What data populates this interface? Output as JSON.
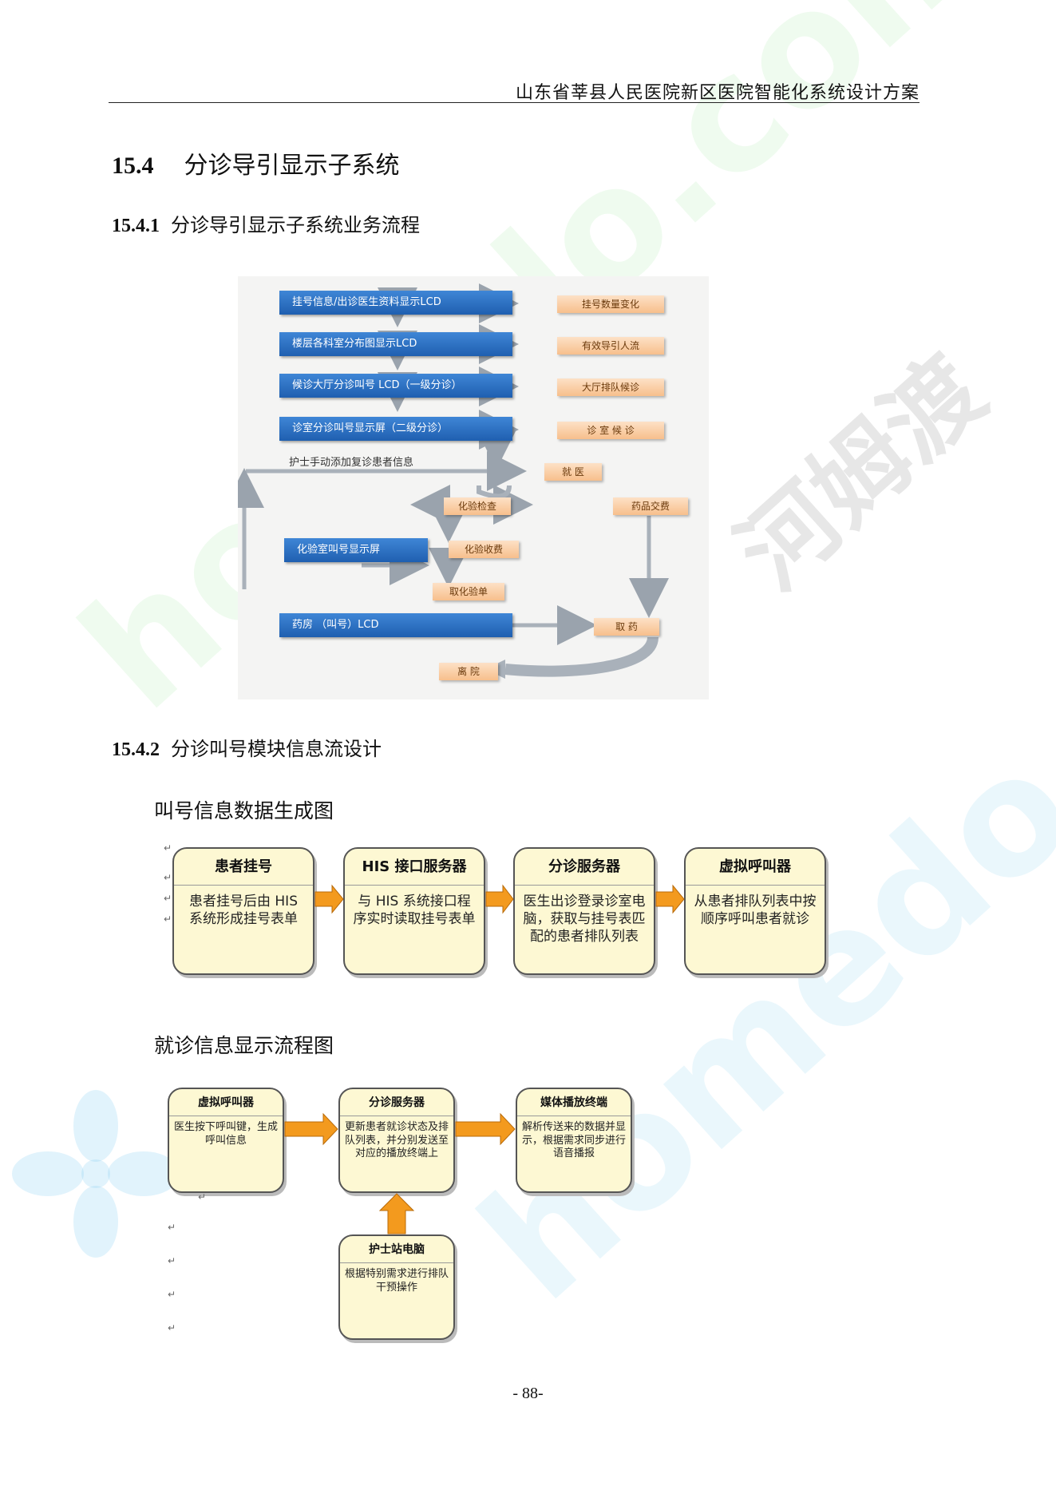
{
  "watermark": {
    "a": "homedo.com",
    "b": "homedo.com",
    "c": "河姆渡"
  },
  "header": {
    "title": "山东省莘县人民医院新区医院智能化系统设计方案"
  },
  "section": {
    "num": "15.4",
    "title": "分诊导引显示子系统"
  },
  "sub1": {
    "num": "15.4.1",
    "title": "分诊导引显示子系统业务流程"
  },
  "flow1": {
    "blue": [
      "挂号信息/出诊医生资料显示LCD",
      "楼层各科室分布图显示LCD",
      "候诊大厅分诊叫号 LCD（一级分诊）",
      "诊室分诊叫号显示屏（二级分诊）",
      "化验室叫号显示屏",
      "药房 （叫号）LCD"
    ],
    "orange": [
      "挂号数量变化",
      "有效导引人流",
      "大厅排队候诊",
      "诊 室 候 诊",
      "就 医",
      "化验检查",
      "药品交费",
      "化验收费",
      "取化验单",
      "取 药",
      "离 院"
    ],
    "nurse_note": "护士手动添加复诊患者信息"
  },
  "sub2": {
    "num": "15.4.2",
    "title": "分诊叫号模块信息流设计"
  },
  "caption1": "叫号信息数据生成图",
  "flow2": [
    {
      "title": "患者挂号",
      "body": "患者挂号后由 HIS 系统形成挂号表单"
    },
    {
      "title": "HIS 接口服务器",
      "body": "与 HIS 系统接口程序实时读取挂号表单"
    },
    {
      "title": "分诊服务器",
      "body": "医生出诊登录诊室电脑，获取与挂号表匹配的患者排队列表"
    },
    {
      "title": "虚拟呼叫器",
      "body": "从患者排队列表中按顺序呼叫患者就诊"
    }
  ],
  "caption2": "就诊信息显示流程图",
  "flow3": [
    {
      "title": "虚拟呼叫器",
      "body": "医生按下呼叫键，生成呼叫信息"
    },
    {
      "title": "分诊服务器",
      "body": "更新患者就诊状态及排队列表，并分别发送至对应的播放终端上"
    },
    {
      "title": "媒体播放终端",
      "body": "解析传送来的数据并显示，根据需求同步进行语音播报"
    },
    {
      "title": "护士站电脑",
      "body": "根据特别需求进行排队干预操作"
    }
  ],
  "footer": {
    "page": "- 88-"
  },
  "colors": {
    "blue": "#2a6fc2",
    "orange_fill": "#f9c892",
    "arrow_orange": "#f39a1e",
    "yellow_box": "#fdf8d3"
  }
}
